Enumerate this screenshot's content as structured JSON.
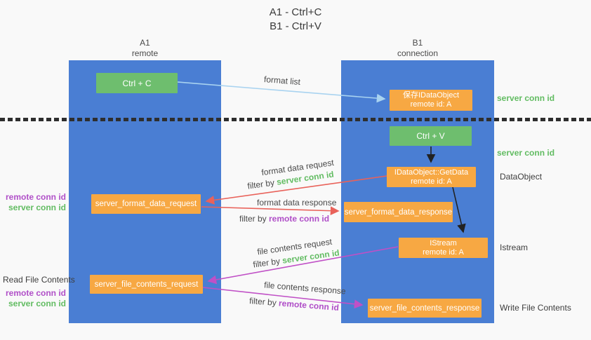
{
  "title": {
    "line1": "A1 - Ctrl+C",
    "line2": "B1 - Ctrl+V"
  },
  "lanes": {
    "a1": {
      "name": "A1",
      "role": "remote"
    },
    "b1": {
      "name": "B1",
      "role": "connection"
    }
  },
  "nodes": {
    "ctrl_c": {
      "label": "Ctrl + C"
    },
    "ctrl_v": {
      "label": "Ctrl + V"
    },
    "save_idataobject": {
      "line1": "保存IDataObject",
      "line2": "remote id: A"
    },
    "idataobject_getdata": {
      "line1": "IDataObject::GetData",
      "line2": "remote id: A"
    },
    "istream": {
      "line1": "IStream",
      "line2": "remote id: A"
    },
    "server_format_data_request": {
      "label": "server_format_data_request"
    },
    "server_format_data_response": {
      "label": "server_format_data_response"
    },
    "server_file_contents_request": {
      "label": "server_file_contents_request"
    },
    "server_file_contents_response": {
      "label": "server_file_contents_response"
    }
  },
  "arrow_labels": {
    "format_list": "format list",
    "format_data_request": "format data request",
    "format_data_request_filter": {
      "prefix": "filter by ",
      "key": "server conn id"
    },
    "format_data_response": "format data response",
    "format_data_response_filter": {
      "prefix": "filter by ",
      "key": "remote conn id"
    },
    "file_contents_request": "file contents request",
    "file_contents_request_filter": {
      "prefix": "filter by ",
      "key": "server conn id"
    },
    "file_contents_response": "file contents response",
    "file_contents_response_filter": {
      "prefix": "filter by ",
      "key": "remote conn id"
    }
  },
  "side_labels": {
    "right": {
      "server_conn_id_top": "server conn id",
      "server_conn_id_mid": "server conn id",
      "dataobject": "DataObject",
      "istream": "Istream",
      "write_file_contents": "Write File Contents"
    },
    "left": {
      "remote_conn_id_mid": "remote conn id",
      "server_conn_id_mid": "server conn id",
      "read_file_contents": "Read File Contents",
      "remote_conn_id_bottom": "remote conn id",
      "server_conn_id_bottom": "server conn id"
    }
  },
  "colors": {
    "background": "#f9f9f9",
    "lane_blue": "#4a7ed3",
    "node_green": "#6ebe6e",
    "node_orange": "#f7a843",
    "arrow_red": "#e9625a",
    "arrow_magenta": "#c050c6",
    "arrow_lightblue": "#a9d3f0",
    "arrow_black": "#222222",
    "text_green": "#62bc62",
    "text_purple": "#b04fc8",
    "text_dark": "#3d3d3d"
  }
}
